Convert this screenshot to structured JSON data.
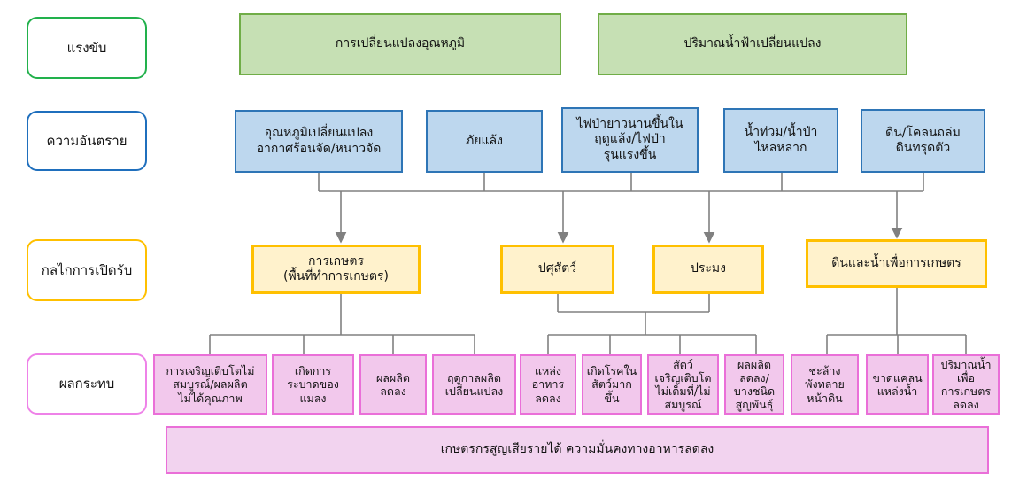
{
  "row_labels": {
    "drivers": "แรงขับ",
    "hazards": "ความอันตราย",
    "exposure": "กลไกการเปิดรับ",
    "impacts": "ผลกระทบ"
  },
  "drivers": [
    "การเปลี่ยนแปลงอุณหภูมิ",
    "ปริมาณน้ำฟ้าเปลี่ยนแปลง"
  ],
  "hazards": [
    "อุณหภูมิเปลี่ยนแปลง\nอากาศร้อนจัด/หนาวจัด",
    "ภัยแล้ง",
    "ไฟป่ายาวนานขึ้นใน\nฤดูแล้ง/ไฟป่า\nรุนแรงขึ้น",
    "น้ำท่วม/น้ำป่า\nไหลหลาก",
    "ดิน/โคลนถล่ม\nดินทรุดตัว"
  ],
  "exposure": [
    "การเกษตร\n(พื้นที่ทำการเกษตร)",
    "ปศุสัตว์",
    "ประมง",
    "ดินและน้ำเพื่อการเกษตร"
  ],
  "impacts": [
    "การเจริญเติบโตไม่\nสมบูรณ์/ผลผลิต\nไม่ได้คุณภาพ",
    "เกิดการ\nระบาดของ\nแมลง",
    "ผลผลิต\nลดลง",
    "ฤดูกาลผลิต\nเปลี่ยนแปลง",
    "แหล่ง\nอาหาร\nลดลง",
    "เกิดโรคใน\nสัตว์มาก\nขึ้น",
    "สัตว์\nเจริญเติบโต\nไม่เต็มที่/ไม่\nสมบูรณ์",
    "ผลผลิต\nลดลง/\nบางชนิด\nสูญพันธุ์",
    "ชะล้าง\nพังทลาย\nหน้าดิน",
    "ขาดแคลน\nแหล่งน้ำ",
    "ปริมาณน้ำ\nเพื่อ\nการเกษตร\nลดลง"
  ],
  "outcome": "เกษตรกรสูญเสียรายได้ ความมั่นคงทางอาหารลดลง",
  "colors": {
    "drivers": "#70ad47",
    "hazards": "#2e75b6",
    "exposure": "#ffc000",
    "impacts": "#ea6fd8",
    "connector": "#808080"
  }
}
